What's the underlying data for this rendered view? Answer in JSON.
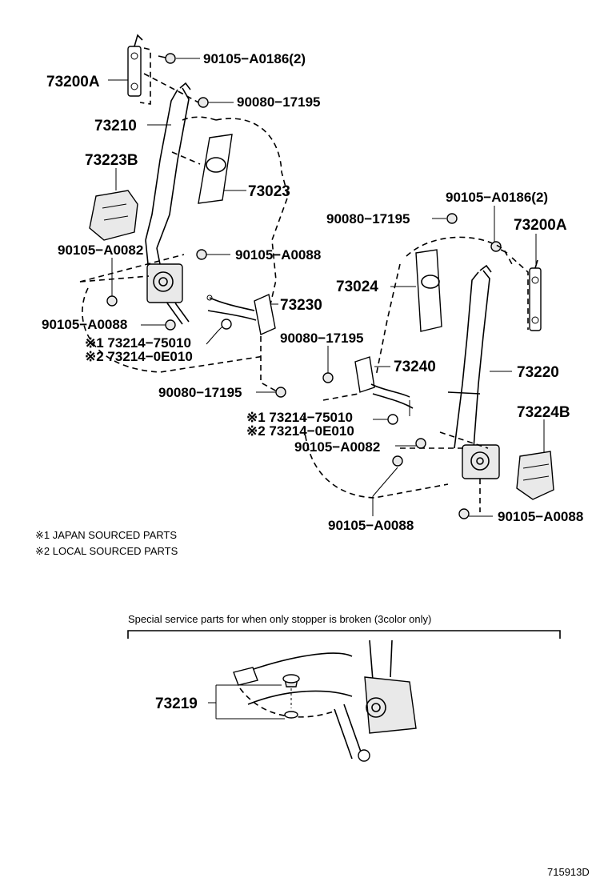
{
  "callouts": {
    "c_73200a_l": "73200A",
    "c_90105_a0186_l": "90105−A0186(2)",
    "c_90080_17195_top": "90080−17195",
    "c_73210": "73210",
    "c_73223b": "73223B",
    "c_73023": "73023",
    "c_90105_a0082_l": "90105−A0082",
    "c_90105_a0088_l1": "90105−A0088",
    "c_73230": "73230",
    "c_90105_a0088_l2": "90105−A0088",
    "c_73214_75010_l": "※1 73214−75010",
    "c_73214_0e010_l": "※2 73214−0E010",
    "c_90080_17195_bl": "90080−17195",
    "c_90105_a0186_r": "90105−A0186(2)",
    "c_90080_17195_r": "90080−17195",
    "c_73200a_r": "73200A",
    "c_73024": "73024",
    "c_90080_17195_mid": "90080−17195",
    "c_73240": "73240",
    "c_73220": "73220",
    "c_73214_75010_r": "※1 73214−75010",
    "c_73214_0e010_r": "※2 73214−0E010",
    "c_73224b": "73224B",
    "c_90105_a0082_r": "90105−A0082",
    "c_90105_a0088_r1": "90105−A0088",
    "c_90105_a0088_r2": "90105−A0088",
    "c_73219": "73219"
  },
  "notes": {
    "note1": "※1 JAPAN SOURCED PARTS",
    "note2": "※2 LOCAL SOURCED PARTS"
  },
  "special_service_heading": "Special  service  parts  for  when  only  stopper  is  broken  (3color  only)",
  "figure_code": "715913D"
}
